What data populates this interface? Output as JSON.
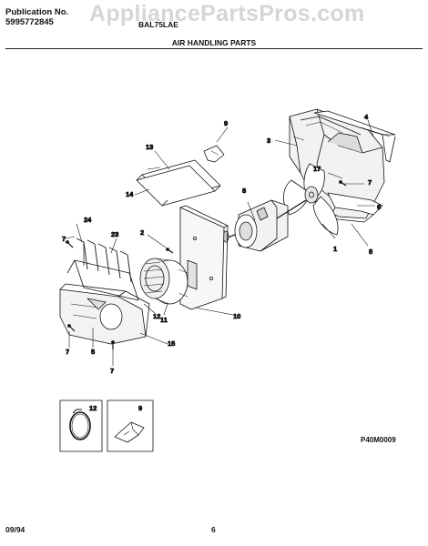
{
  "header": {
    "publication_label": "Publication No.",
    "publication_number": "5995772845",
    "model": "BAL75LAE",
    "watermark": "AppliancePartsPros.com",
    "title": "AIR HANDLING PARTS"
  },
  "callouts": [
    {
      "id": "c1",
      "label": "1"
    },
    {
      "id": "c2",
      "label": "2"
    },
    {
      "id": "c3",
      "label": "3"
    },
    {
      "id": "c4",
      "label": "4"
    },
    {
      "id": "c5a",
      "label": "5"
    },
    {
      "id": "c5b",
      "label": "5"
    },
    {
      "id": "c6",
      "label": "6"
    },
    {
      "id": "c7a",
      "label": "7"
    },
    {
      "id": "c7b",
      "label": "7"
    },
    {
      "id": "c7c",
      "label": "7"
    },
    {
      "id": "c7d",
      "label": "7"
    },
    {
      "id": "c8",
      "label": "8"
    },
    {
      "id": "c9",
      "label": "9"
    },
    {
      "id": "c10",
      "label": "10"
    },
    {
      "id": "c11",
      "label": "11"
    },
    {
      "id": "c12",
      "label": "12"
    },
    {
      "id": "c13",
      "label": "13"
    },
    {
      "id": "c14",
      "label": "14"
    },
    {
      "id": "c15",
      "label": "15"
    },
    {
      "id": "c17",
      "label": "17"
    },
    {
      "id": "c23",
      "label": "23"
    },
    {
      "id": "c24",
      "label": "24"
    }
  ],
  "inset_boxes": [
    {
      "id": "inset-12",
      "label": "12",
      "part": "clamp"
    },
    {
      "id": "inset-9",
      "label": "9",
      "part": "bracket"
    }
  ],
  "drawing_code": "P40M0009",
  "footer": {
    "date": "09/94",
    "page_number": "6"
  }
}
